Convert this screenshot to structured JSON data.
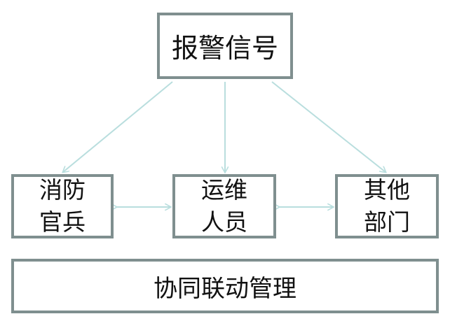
{
  "nodes": {
    "alarm": "报警信号",
    "fire": "消防\n官兵",
    "ops": "运维\n人员",
    "other": "其他\n部门",
    "coop": "协同联动管理"
  },
  "colors": {
    "box_border": "#7f8f8f",
    "arrow": "#b9dede"
  }
}
